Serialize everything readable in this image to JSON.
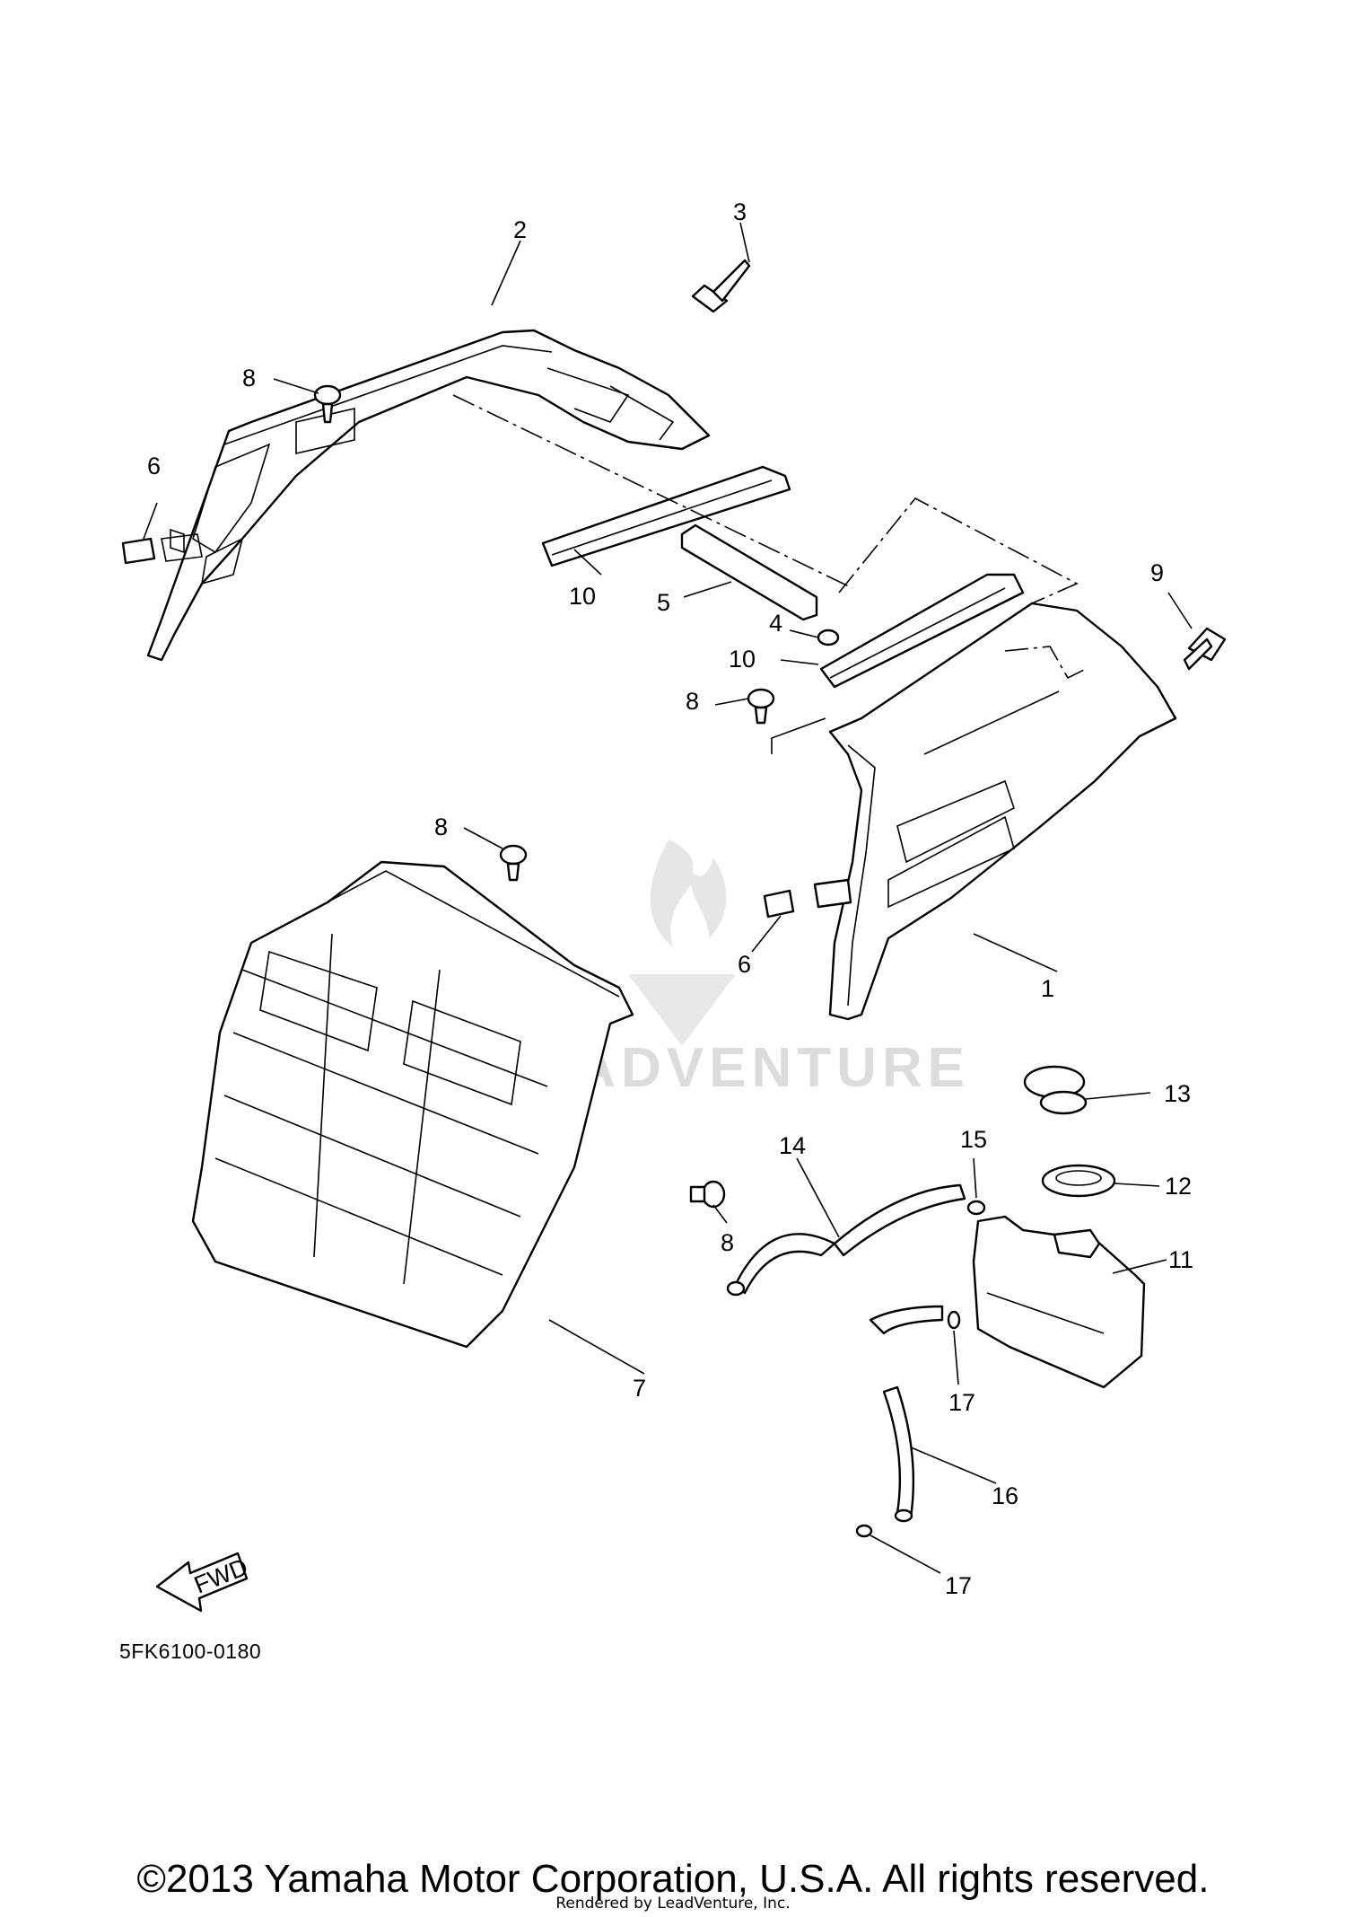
{
  "diagram": {
    "callouts": [
      {
        "id": "c1",
        "label": "1"
      },
      {
        "id": "c2",
        "label": "2"
      },
      {
        "id": "c3",
        "label": "3"
      },
      {
        "id": "c4",
        "label": "4"
      },
      {
        "id": "c5",
        "label": "5"
      },
      {
        "id": "c6a",
        "label": "6"
      },
      {
        "id": "c6b",
        "label": "6"
      },
      {
        "id": "c7",
        "label": "7"
      },
      {
        "id": "c8a",
        "label": "8"
      },
      {
        "id": "c8b",
        "label": "8"
      },
      {
        "id": "c8c",
        "label": "8"
      },
      {
        "id": "c8d",
        "label": "8"
      },
      {
        "id": "c9",
        "label": "9"
      },
      {
        "id": "c10a",
        "label": "10"
      },
      {
        "id": "c10b",
        "label": "10"
      },
      {
        "id": "c11",
        "label": "11"
      },
      {
        "id": "c12",
        "label": "12"
      },
      {
        "id": "c13",
        "label": "13"
      },
      {
        "id": "c14",
        "label": "14"
      },
      {
        "id": "c15",
        "label": "15"
      },
      {
        "id": "c16",
        "label": "16"
      },
      {
        "id": "c17a",
        "label": "17"
      },
      {
        "id": "c17b",
        "label": "17"
      }
    ],
    "fwd_label": "FWD",
    "diagram_code": "5FK6100-0180",
    "watermark_text": "LEADVENTURE"
  },
  "footer": {
    "copyright": "©2013 Yamaha Motor Corporation, U.S.A. All rights reserved.",
    "rendered_by": "Rendered by LeadVenture, Inc."
  }
}
